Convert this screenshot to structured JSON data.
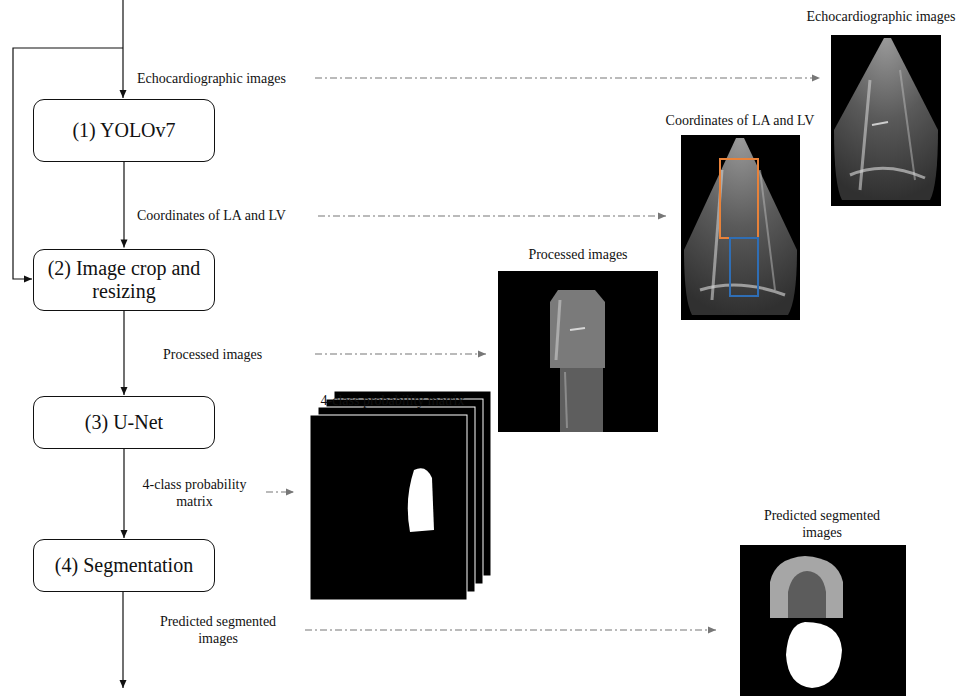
{
  "diagram": {
    "nodes": [
      {
        "text": [
          "(1) YOLOv7"
        ]
      },
      {
        "text": [
          "(2) Image crop and resizing"
        ]
      },
      {
        "text": [
          "(3) U-Net"
        ]
      },
      {
        "text": [
          "(4) Segmentation"
        ]
      }
    ],
    "edges": [
      {
        "from": 0,
        "to": 1,
        "arrow": "to",
        "label": "Coordinates of LA and LV"
      },
      {
        "from": 1,
        "to": 2,
        "arrow": "to",
        "label": "Processed images"
      },
      {
        "from": 2,
        "to": 3,
        "arrow": "to",
        "label": "4-class probability matrix"
      }
    ],
    "labels": [
      "Echocardiographic images",
      "Predicted segmented images",
      "Echocardiographic images",
      "Coordinates of LA and LV",
      "Processed images",
      "4-class probability matrix",
      "Predicted segmented images"
    ]
  }
}
